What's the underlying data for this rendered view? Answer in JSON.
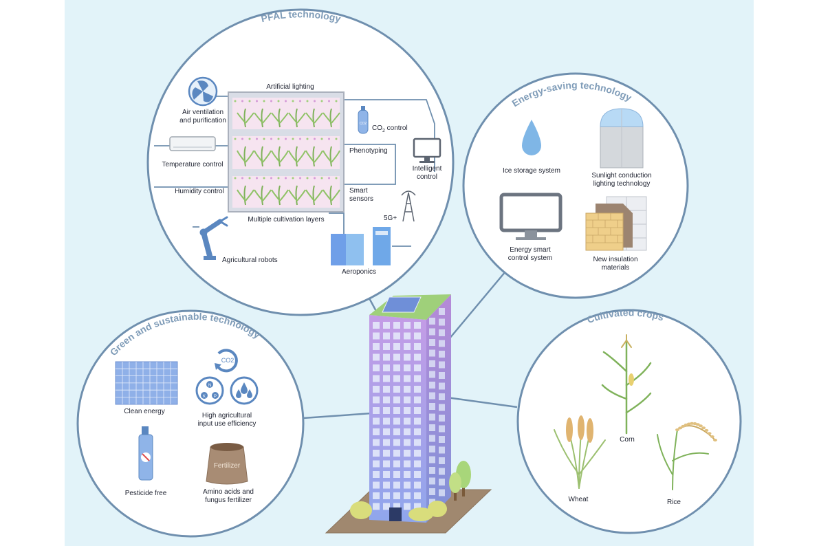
{
  "pfal": {
    "title": "PFAL technology",
    "artificial_lighting": "Artificial lighting",
    "air_ventilation_1": "Air ventilation",
    "air_ventilation_2": "and purification",
    "co2_control_prefix": "CO",
    "co2_control_sub": "2",
    "co2_control_suffix": " control",
    "co2_tank_text": "CO2",
    "temperature_control": "Temperature control",
    "phenotyping": "Phenotyping",
    "intelligent_control_1": "Intelligent",
    "intelligent_control_2": "control",
    "humidity_control": "Humidity control",
    "smart_sensors_1": "Smart",
    "smart_sensors_2": "sensors",
    "multiple_layers": "Multiple cultivation layers",
    "fiveg": "5G+",
    "agricultural_robots": "Agricultural robots",
    "aeroponics": "Aeroponics"
  },
  "energy": {
    "title": "Energy-saving technology",
    "ice_storage": "Ice storage system",
    "sunlight_1": "Sunlight conduction",
    "sunlight_2": "lighting technology",
    "energy_smart_1": "Energy smart",
    "energy_smart_2": "control system",
    "insulation_1": "New insulation",
    "insulation_2": "materials"
  },
  "green": {
    "title": "Green and sustainable technology",
    "clean_energy": "Clean energy",
    "co2_icon_text": "CO2",
    "npk_n": "N",
    "npk_p": "P",
    "npk_k": "K",
    "high_input_1": "High agricultural",
    "high_input_2": "input use efficiency",
    "pesticide_free": "Pesticide free",
    "fertilizer_bag": "Fertilizer",
    "amino_1": "Amino acids and",
    "amino_2": "fungus fertilizer"
  },
  "crops": {
    "title": "Cultivated crops",
    "corn": "Corn",
    "wheat": "Wheat",
    "rice": "Rice"
  },
  "colors": {
    "background": "#e2f3f9",
    "circle_stroke": "#6f8fae",
    "title_color": "#7f9cb8",
    "building_purple": "#a48ae0",
    "building_blue": "#8fa6ec"
  }
}
